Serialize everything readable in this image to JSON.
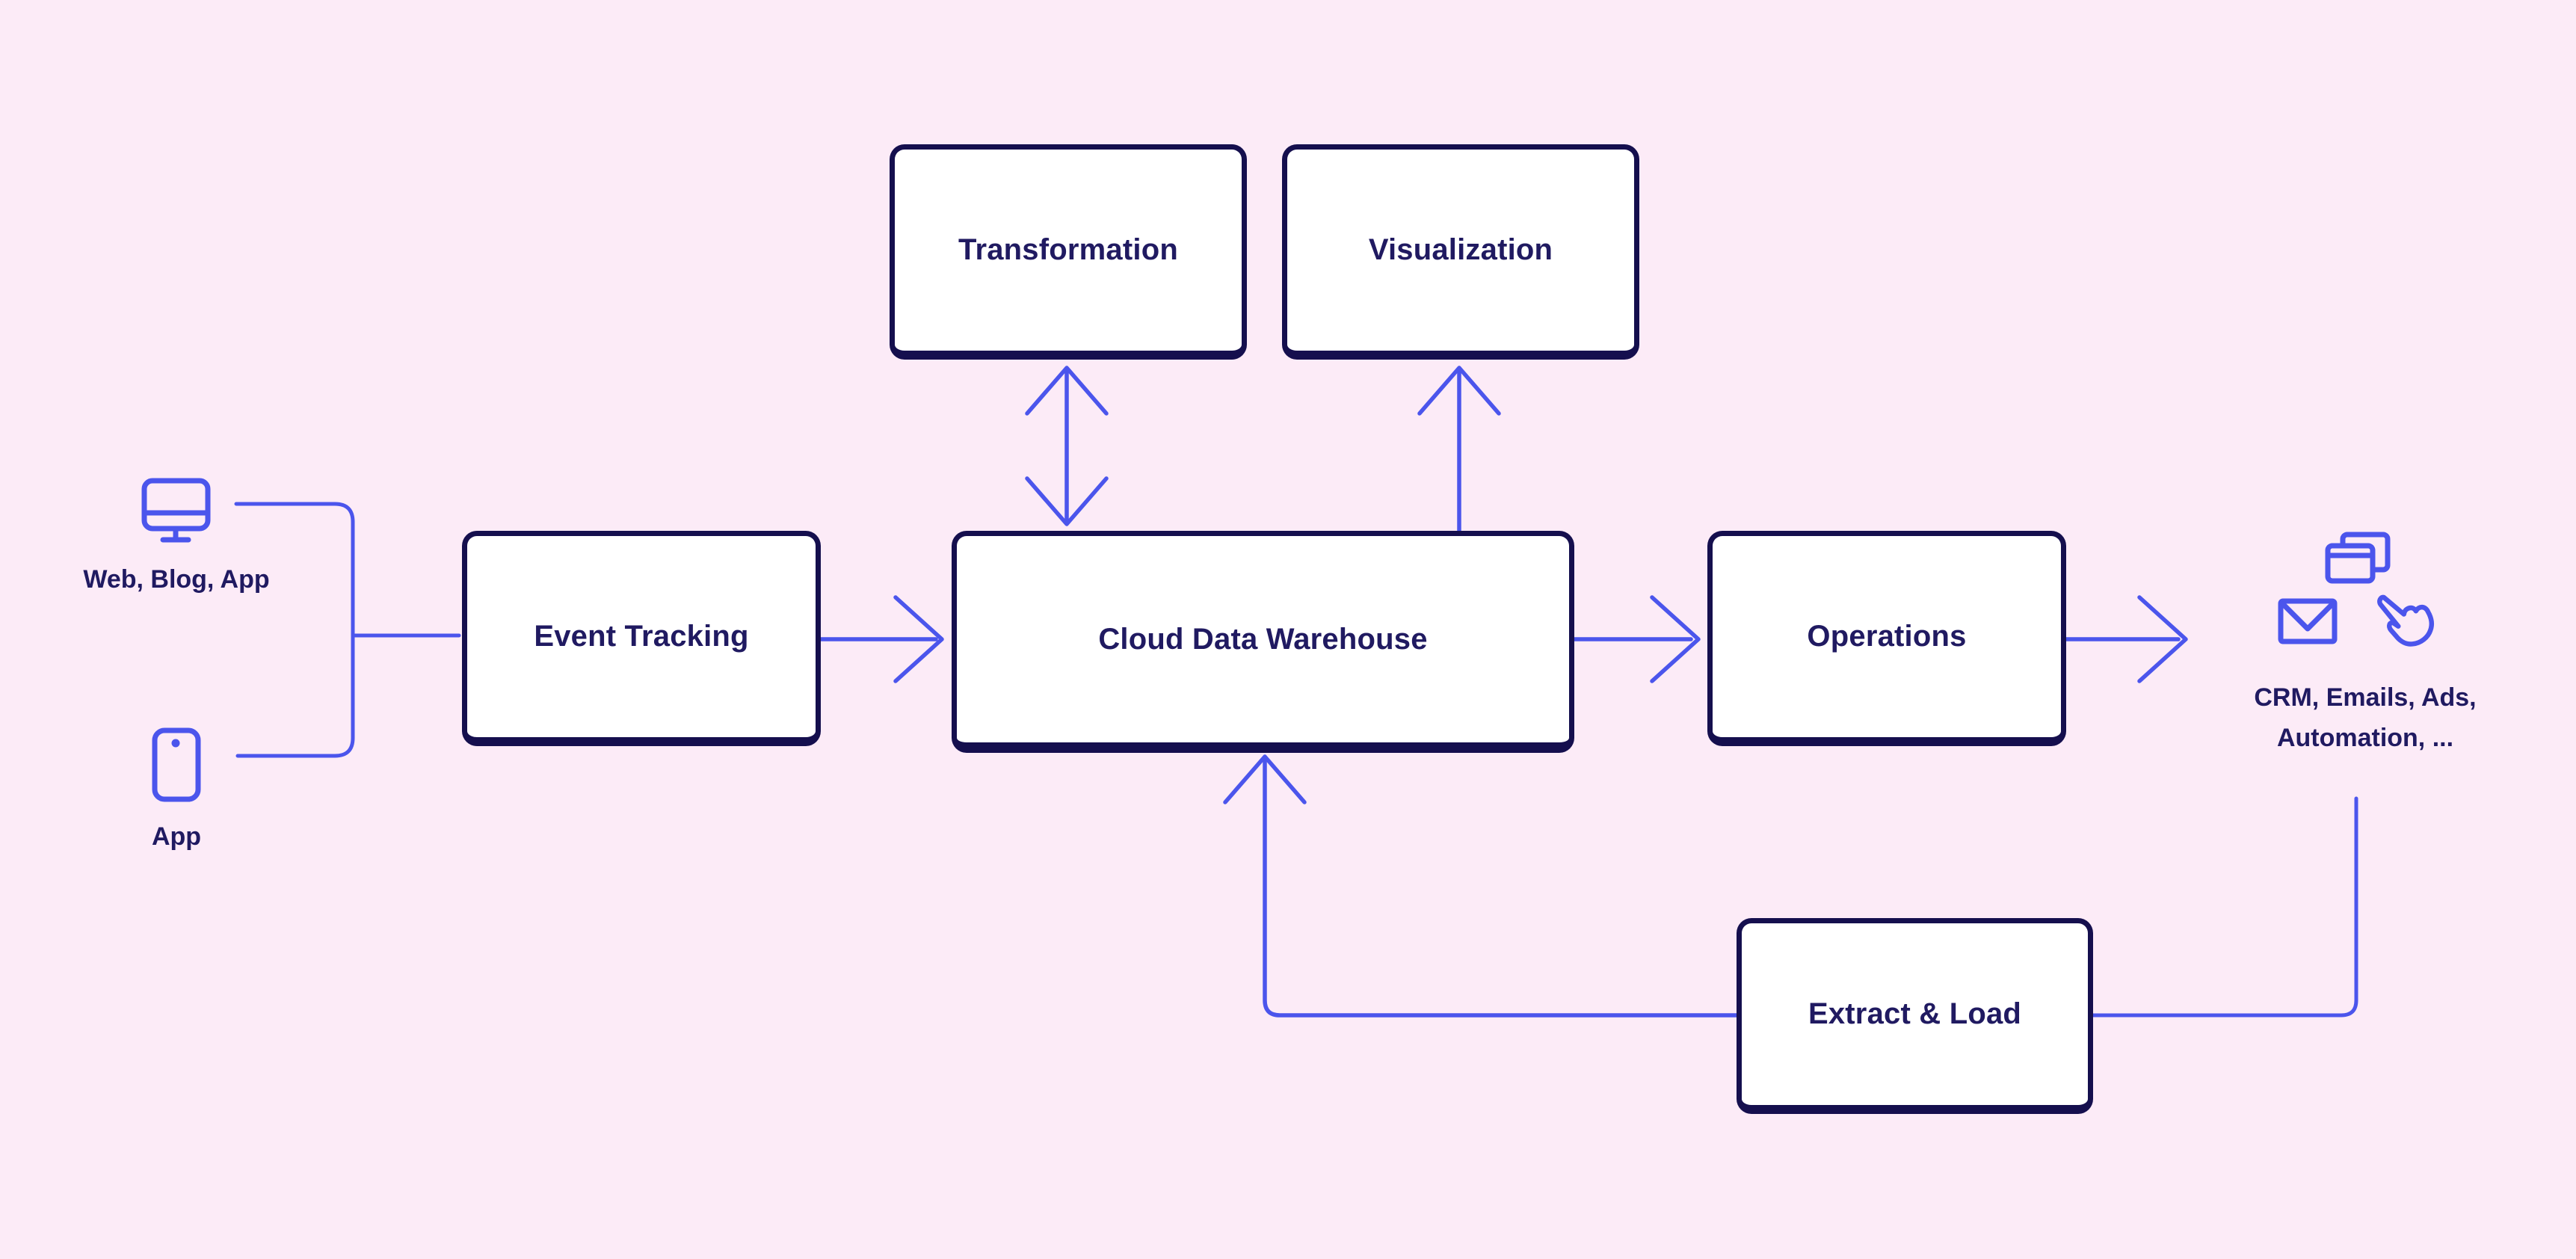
{
  "diagram": {
    "colors": {
      "background": "#fcebf7",
      "line": "#4b55ec",
      "border": "#150f4e",
      "text": "#201a61",
      "box_fill": "#ffffff"
    },
    "nodes": {
      "transformation": {
        "label": "Transformation"
      },
      "visualization": {
        "label": "Visualization"
      },
      "event_tracking": {
        "label": "Event Tracking"
      },
      "cloud_data_warehouse": {
        "label": "Cloud Data Warehouse"
      },
      "operations": {
        "label": "Operations"
      },
      "extract_load": {
        "label": "Extract & Load"
      }
    },
    "sources": {
      "web": {
        "label": "Web, Blog, App",
        "icon": "desktop-icon"
      },
      "app": {
        "label": "App",
        "icon": "smartphone-icon"
      }
    },
    "destinations": {
      "label_line1": "CRM, Emails, Ads,",
      "label_line2": "Automation, ...",
      "icons": [
        "browser-windows-icon",
        "envelope-icon",
        "click-hand-icon"
      ]
    }
  }
}
